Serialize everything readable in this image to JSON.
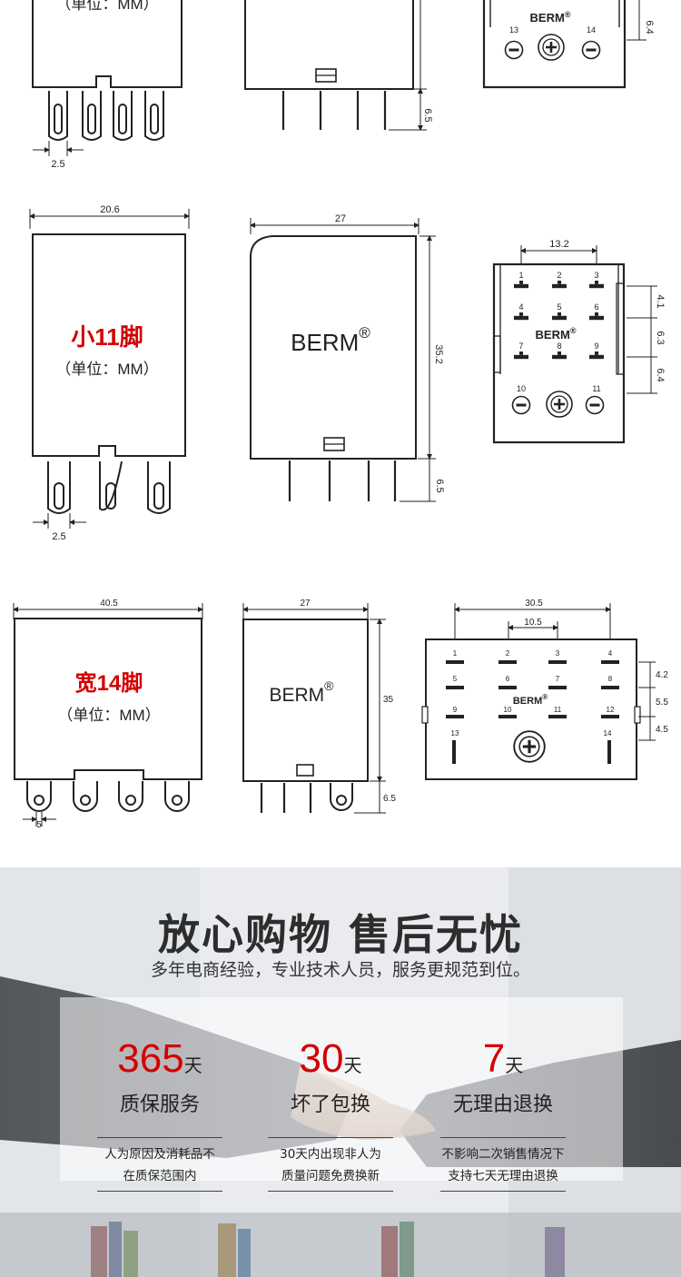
{
  "drawings": {
    "row1": {
      "unit": "（单位：MM）",
      "pin_pitch": "2.5",
      "side_height": "6.4",
      "pin_length": "6.5",
      "logo": "BERM",
      "logo_mark": "®",
      "pin13": "13",
      "pin14": "14"
    },
    "row2": {
      "front_width": "20.6",
      "title": "小11脚",
      "unit": "（单位：MM）",
      "pin_pitch": "2.5",
      "side_width": "27",
      "side_height": "35.2",
      "pin_length": "6.5",
      "logo": "BERM",
      "logo_mark": "®",
      "bottom_width": "13.2",
      "dim_a": "4.1",
      "dim_b": "6.3",
      "dim_c": "6.4",
      "pins": [
        "1",
        "2",
        "3",
        "4",
        "5",
        "6",
        "7",
        "8",
        "9",
        "10",
        "11"
      ]
    },
    "row3": {
      "front_width": "40.5",
      "title": "宽14脚",
      "unit": "（单位：MM）",
      "pin_pitch": "5",
      "side_width": "27",
      "side_height": "35",
      "pin_length": "6.5",
      "logo": "BERM",
      "logo_mark": "®",
      "bottom_width": "30.5",
      "bottom_inner": "10.5",
      "dim_a": "4.2",
      "dim_b": "5.5",
      "dim_c": "4.5",
      "pins": [
        "1",
        "2",
        "3",
        "4",
        "5",
        "6",
        "7",
        "8",
        "9",
        "10",
        "11",
        "12",
        "13",
        "14"
      ]
    }
  },
  "banner": {
    "title": "放心购物 售后无忧",
    "subtitle": "多年电商经验，专业技术人员，服务更规范到位。",
    "items": [
      {
        "number": "365",
        "unit": "天",
        "label": "质保服务",
        "desc1": "人为原因及消耗品不",
        "desc2": "在质保范围内"
      },
      {
        "number": "30",
        "unit": "天",
        "label": "坏了包换",
        "desc1": "30天内出现非人为",
        "desc2": "质量问题免费换新"
      },
      {
        "number": "7",
        "unit": "天",
        "label": "无理由退换",
        "desc1": "不影响二次销售情况下",
        "desc2": "支持七天无理由退换"
      }
    ],
    "colors": {
      "accent": "#d40000",
      "text": "#222222"
    }
  }
}
